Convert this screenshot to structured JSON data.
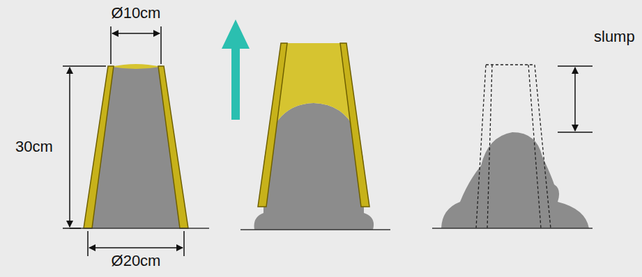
{
  "diagram": {
    "labels": [
      "Ø10cm",
      "30cm",
      "Ø20cm",
      "slump"
    ]
  }
}
